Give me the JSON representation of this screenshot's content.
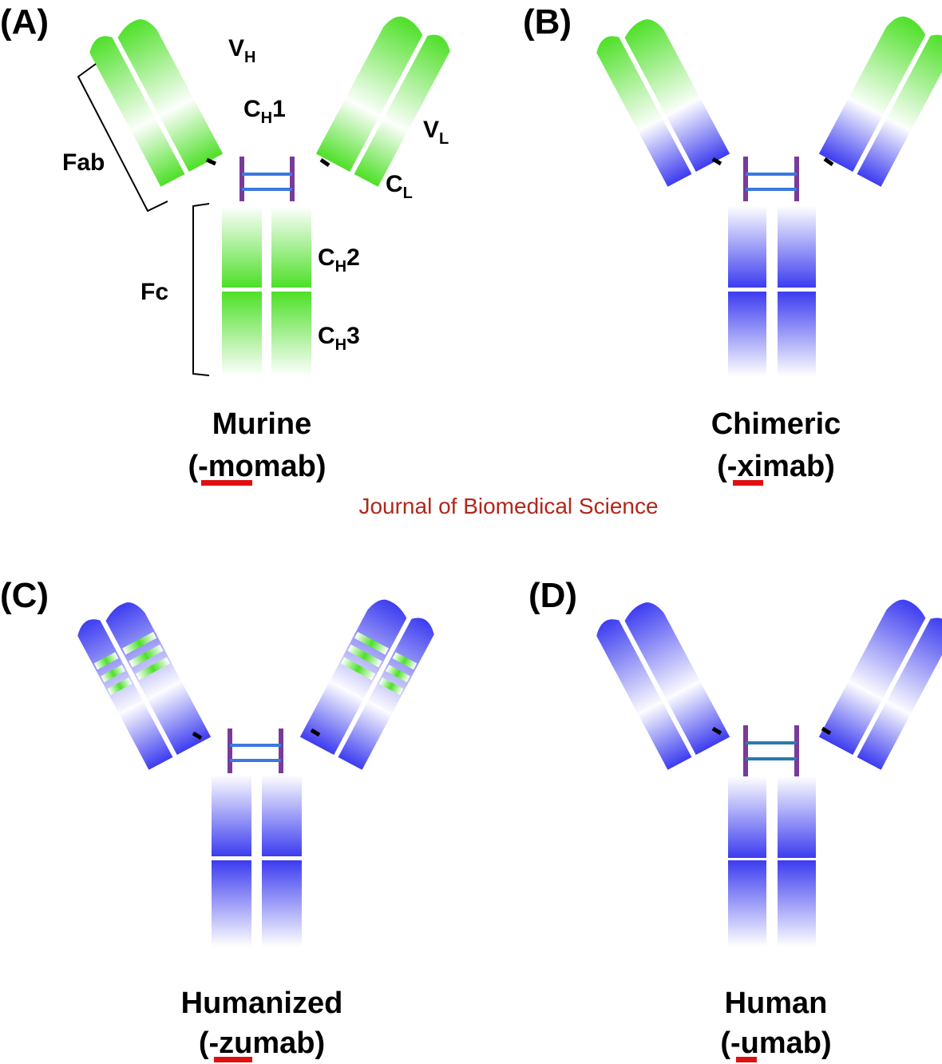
{
  "panels": [
    {
      "letter": "(A)",
      "name": "Murine",
      "suffix_open": "(-",
      "suffix_mark": "mo",
      "suffix_rest": "mab)"
    },
    {
      "letter": "(B)",
      "name": "Chimeric",
      "suffix_open": "(-",
      "suffix_mark": "xi",
      "suffix_rest": "mab)"
    },
    {
      "letter": "(C)",
      "name": "Humanized",
      "suffix_open": "(-",
      "suffix_mark": "zu",
      "suffix_rest": "mab)"
    },
    {
      "letter": "(D)",
      "name": "Human",
      "suffix_open": "(-",
      "suffix_mark": "u",
      "suffix_rest": "mab)"
    }
  ],
  "labels": {
    "vh": {
      "main": "V",
      "sub": "H"
    },
    "ch1": {
      "main": "C",
      "sub": "H",
      "tail": "1"
    },
    "vl": {
      "main": "V",
      "sub": "L"
    },
    "cl": {
      "main": "C",
      "sub": "L"
    },
    "ch2": {
      "main": "C",
      "sub": "H",
      "tail": "2"
    },
    "ch3": {
      "main": "C",
      "sub": "H",
      "tail": "3"
    },
    "fab": "Fab",
    "fc": "Fc"
  },
  "watermark": "Journal of Biomedical Science",
  "colors": {
    "murine_green": "#4ee028",
    "human_blue": "#3c3cf0",
    "hinge_purple": "#7a3a9a",
    "disulfide_blue": "#3c78e0",
    "underline_red": "#e01010",
    "watermark_red": "#b0281a"
  }
}
